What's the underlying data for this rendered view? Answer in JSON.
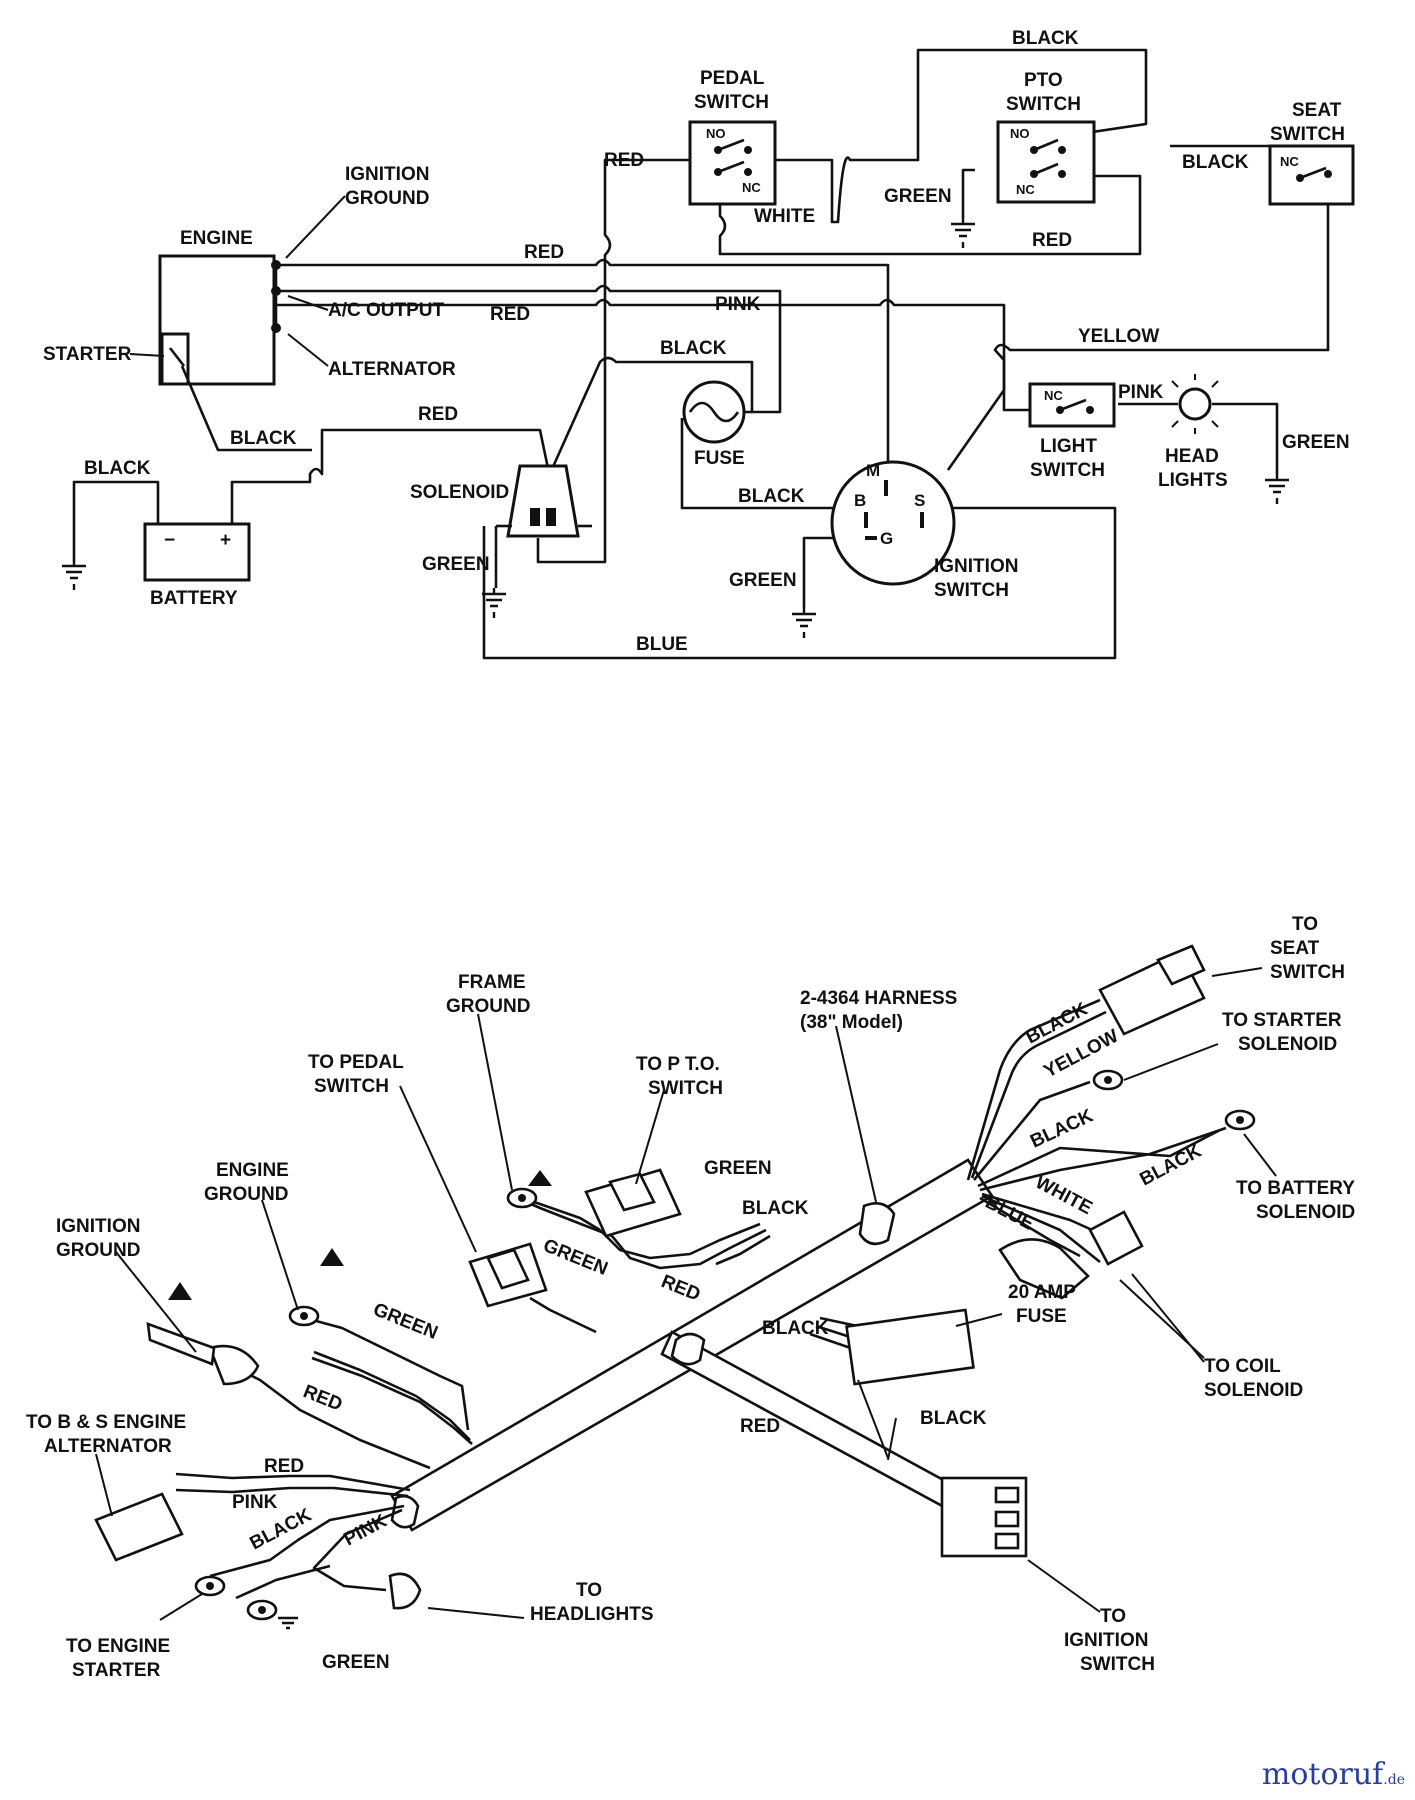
{
  "schematic": {
    "engine": "ENGINE",
    "ignition_ground": [
      "IGNITION",
      "GROUND"
    ],
    "ac_output": "A/C OUTPUT",
    "starter": "STARTER",
    "alternator": "ALTERNATOR",
    "battery": "BATTERY",
    "battery_minus": "−",
    "battery_plus": "+",
    "solenoid": "SOLENOID",
    "fuse": "FUSE",
    "ignition_switch": [
      "IGNITION",
      "SWITCH"
    ],
    "pin_m": "M",
    "pin_b": "B",
    "pin_s": "S",
    "pin_g": "G",
    "pedal_switch": [
      "PEDAL",
      "SWITCH"
    ],
    "pto_switch": [
      "PTO",
      "SWITCH"
    ],
    "seat_switch": [
      "SEAT",
      "SWITCH"
    ],
    "light_switch": [
      "LIGHT",
      "SWITCH"
    ],
    "head_lights": [
      "HEAD",
      "LIGHTS"
    ],
    "contact_no": "NO",
    "contact_nc": "NC",
    "wire_red": "RED",
    "wire_black": "BLACK",
    "wire_green": "GREEN",
    "wire_white": "WHITE",
    "wire_pink": "PINK",
    "wire_yellow": "YELLOW",
    "wire_blue": "BLUE"
  },
  "harness": {
    "title": [
      "2-4364 HARNESS",
      "(38\" Model)"
    ],
    "to_seat_switch": [
      "TO",
      "SEAT",
      "SWITCH"
    ],
    "to_starter_solenoid": [
      "TO STARTER",
      "SOLENOID"
    ],
    "to_battery_solenoid": [
      "TO BATTERY",
      "SOLENOID"
    ],
    "to_coil_solenoid": [
      "TO COIL",
      "SOLENOID"
    ],
    "amp_fuse": [
      "20 AMP",
      "FUSE"
    ],
    "to_ignition_switch": [
      "TO",
      "IGNITION",
      "SWITCH"
    ],
    "to_headlights": [
      "TO",
      "HEADLIGHTS"
    ],
    "to_engine_starter": [
      "TO ENGINE",
      "STARTER"
    ],
    "to_alternator": [
      "TO B & S  ENGINE",
      "ALTERNATOR"
    ],
    "ignition_ground": [
      "IGNITION",
      "GROUND"
    ],
    "engine_ground": [
      "ENGINE",
      "GROUND"
    ],
    "to_pedal_switch": [
      "TO PEDAL",
      "SWITCH"
    ],
    "frame_ground": [
      "FRAME",
      "GROUND"
    ],
    "to_pto_switch": [
      "TO P T.O.",
      "SWITCH"
    ],
    "wire_green": "GREEN",
    "wire_red": "RED",
    "wire_black": "BLACK",
    "wire_pink": "PINK",
    "wire_yellow": "YELLOW",
    "wire_white": "WHITE",
    "wire_blue": "BLUE"
  },
  "watermark": {
    "brand": "motoruf",
    "suffix": ".de",
    "color": "#2a3f9a"
  }
}
